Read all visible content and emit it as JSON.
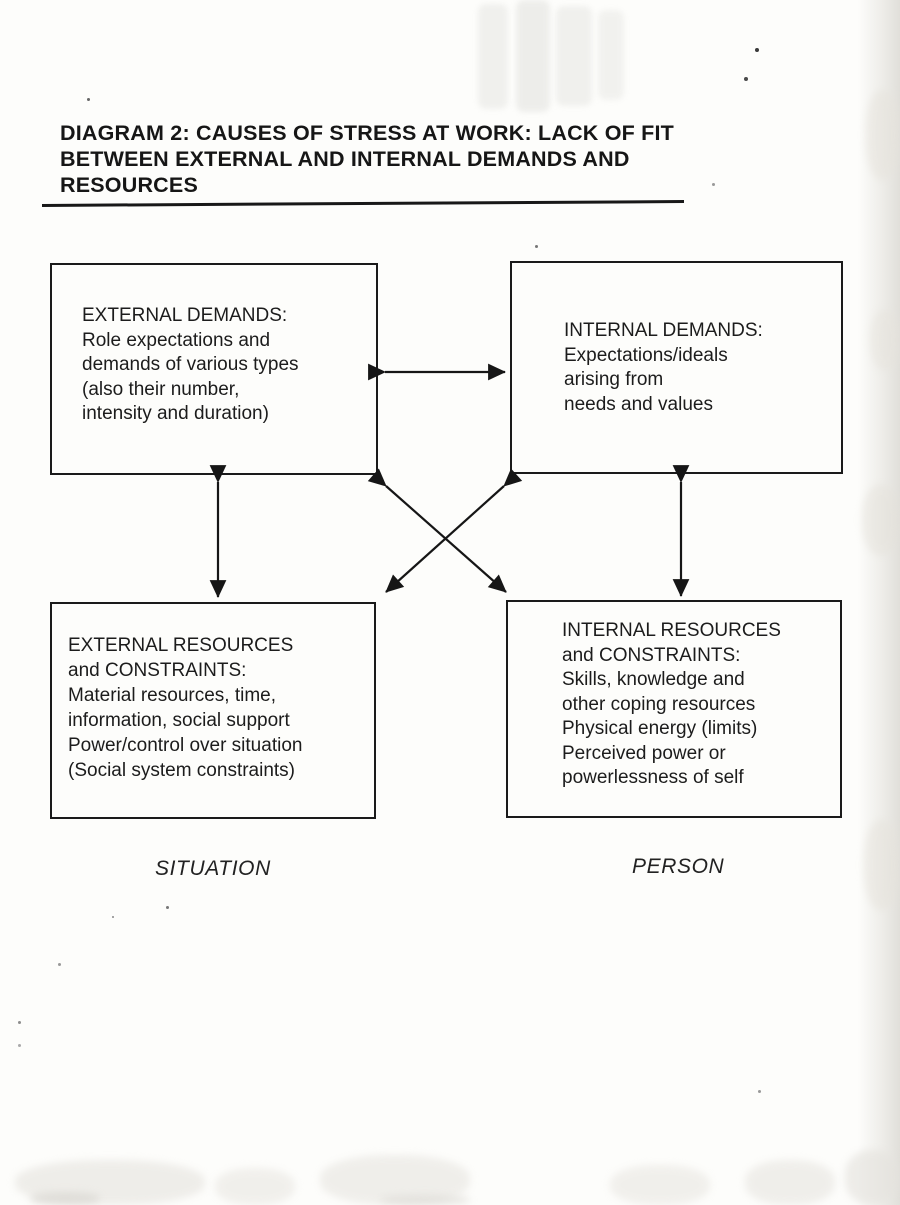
{
  "document": {
    "title_lines": [
      "DIAGRAM 2: CAUSES OF STRESS AT WORK: LACK OF FIT",
      "BETWEEN EXTERNAL AND INTERNAL DEMANDS AND",
      "RESOURCES"
    ]
  },
  "diagram": {
    "boxes": [
      {
        "id": "external-demands",
        "lines": [
          "EXTERNAL DEMANDS:",
          "Role expectations and",
          "demands of various types",
          "(also their number,",
          "intensity and duration)"
        ]
      },
      {
        "id": "internal-demands",
        "lines": [
          "INTERNAL DEMANDS:",
          "Expectations/ideals",
          "arising from",
          "needs and values"
        ]
      },
      {
        "id": "external-resources-constraints",
        "lines": [
          "EXTERNAL RESOURCES",
          "and CONSTRAINTS:",
          "Material resources, time,",
          "information, social support",
          "Power/control over situation",
          "(Social system constraints)"
        ]
      },
      {
        "id": "internal-resources-constraints",
        "lines": [
          "INTERNAL RESOURCES",
          "and CONSTRAINTS:",
          "Skills, knowledge and",
          "other coping resources",
          "Physical energy (limits)",
          "Perceived power or",
          "powerlessness of self"
        ]
      }
    ],
    "column_labels": {
      "left": "SITUATION",
      "right": "PERSON"
    },
    "arrows": [
      {
        "between": [
          "external-demands",
          "internal-demands"
        ],
        "style": "double-headed horizontal"
      },
      {
        "between": [
          "external-demands",
          "external-resources-constraints"
        ],
        "style": "double-headed vertical"
      },
      {
        "between": [
          "internal-demands",
          "internal-resources-constraints"
        ],
        "style": "double-headed vertical"
      },
      {
        "between": [
          "external-demands",
          "internal-resources-constraints"
        ],
        "style": "double-headed diagonal"
      },
      {
        "between": [
          "internal-demands",
          "external-resources-constraints"
        ],
        "style": "double-headed diagonal"
      }
    ]
  },
  "colors": {
    "ink": "#1b1b1b",
    "paper": "#fdfdfb"
  }
}
